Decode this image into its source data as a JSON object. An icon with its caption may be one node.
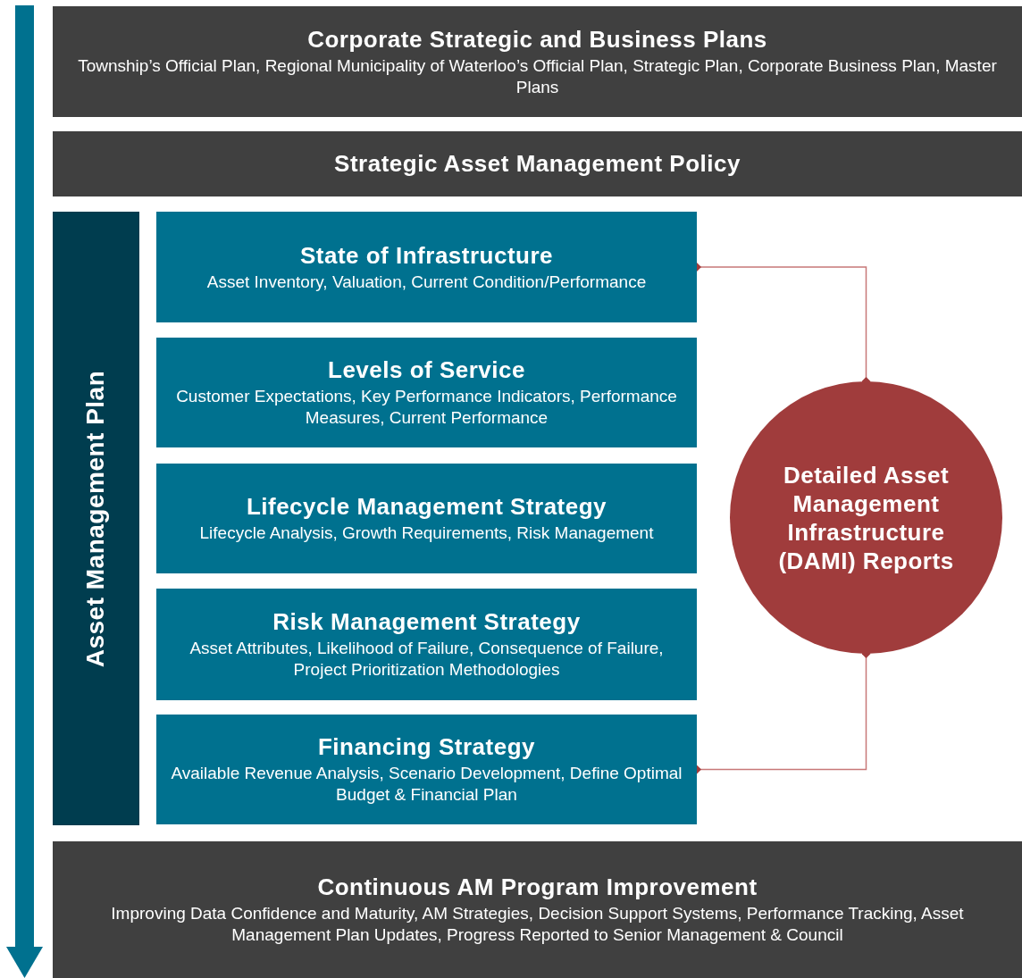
{
  "diagram": {
    "nodes": [
      {
        "text": [
          "Corporate Strategic and Business Plans",
          "Township’s Official Plan, Regional Municipality of Waterloo’s Official Plan, Strategic Plan, Corporate Business Plan, Master Plans"
        ]
      },
      {
        "text": [
          "Strategic Asset Management Policy"
        ]
      },
      {
        "text": [
          "Asset Management Plan"
        ]
      },
      {
        "text": [
          "State of Infrastructure",
          "Asset Inventory, Valuation, Current Condition/Performance"
        ]
      },
      {
        "text": [
          "Levels of Service",
          "Customer Expectations, Key Performance Indicators, Performance Measures, Current Performance"
        ]
      },
      {
        "text": [
          "Lifecycle Management Strategy",
          "Lifecycle Analysis, Growth Requirements, Risk Management"
        ]
      },
      {
        "text": [
          "Risk Management Strategy",
          "Asset Attributes, Likelihood of Failure, Consequence of Failure, Project Prioritization Methodologies"
        ]
      },
      {
        "text": [
          "Financing Strategy",
          "Available Revenue Analysis, Scenario Development, Define Optimal Budget & Financial Plan"
        ]
      },
      {
        "text": [
          "Detailed Asset Management Infrastructure (DAMI) Reports"
        ]
      },
      {
        "text": [
          "Continuous AM Program Improvement",
          "Improving Data Confidence and Maturity, AM Strategies, Decision Support Systems, Performance Tracking, Asset Management Plan Updates, Progress Reported to Senior Management & Council"
        ]
      }
    ],
    "edges": [
      {
        "from": 8,
        "to": 3,
        "arrow": "other"
      },
      {
        "from": 8,
        "to": 7,
        "arrow": "other"
      }
    ]
  }
}
